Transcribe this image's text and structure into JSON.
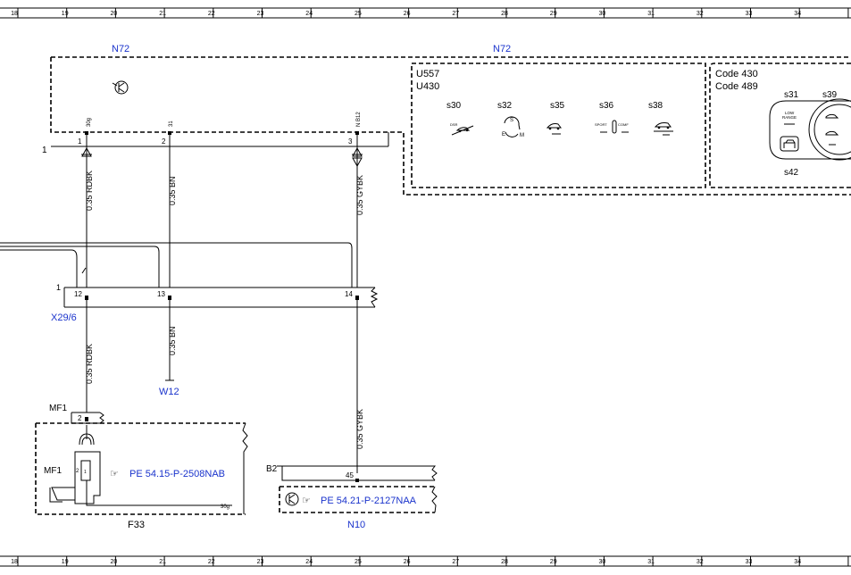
{
  "grid_columns": [
    "18",
    "19",
    "20",
    "21",
    "22",
    "23",
    "24",
    "25",
    "26",
    "27",
    "28",
    "29",
    "30",
    "31",
    "32",
    "33",
    "34"
  ],
  "components": {
    "n72_left": "N72",
    "n72_right": "N72",
    "x29": "X29/6",
    "w12": "W12",
    "f33": "F33",
    "n10": "N10",
    "mf1_top": "MF1",
    "mf1_inner": "MF1",
    "b2": "B2"
  },
  "module": {
    "row_label": "1",
    "pin1": "1",
    "pin2": "2",
    "pin3": "3",
    "pin1_name": "30g",
    "pin2_name": "31",
    "pin3_name": "N B12",
    "options_left": [
      "U557",
      "U430"
    ],
    "options_right": [
      "Code 430",
      "Code 489"
    ],
    "switches": [
      "s30",
      "s32",
      "s35",
      "s36",
      "s38"
    ],
    "sw_s30_small": "DSR",
    "sw_s32_s": "S",
    "sw_s32_e": "E",
    "sw_s32_m": "M",
    "sw_s36_left": "SPORT",
    "sw_s36_right": "COMF",
    "right_switches": {
      "s31": "s31",
      "s39": "s39",
      "s42": "s42"
    },
    "low_range": "LOW\nRANGE"
  },
  "wires": {
    "w1_top": "0.35 RDBK",
    "w2_top": "0.35 BN",
    "w3_top": "0.35 GYBK",
    "w1_bottom": "0.35 RDBK",
    "w2_bottom": "0.35 BN",
    "w3_bottom": "0.35 GYBK"
  },
  "connector_x29": {
    "row_label": "1",
    "pins": [
      "12",
      "13",
      "14"
    ]
  },
  "fuse": {
    "pin": "2",
    "ref": "PE 54.15-P-2508NAB",
    "inner_pins": [
      "2",
      "1"
    ],
    "terminal": "30g"
  },
  "n10": {
    "pin": "45",
    "ref": "PE 54.21-P-2127NAA"
  },
  "colors": {
    "reference_blue": "#1a33cc",
    "line": "#000000"
  }
}
